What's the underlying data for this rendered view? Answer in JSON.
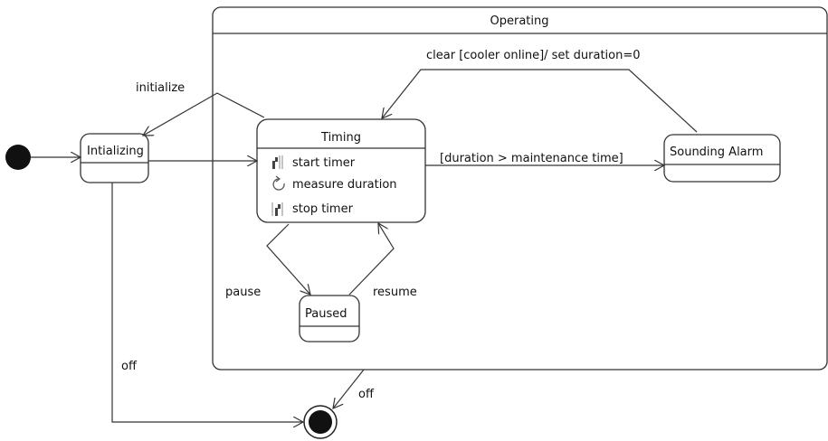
{
  "diagram": {
    "composite_state": {
      "name": "Operating"
    },
    "states": {
      "initializing": {
        "name": "Intializing"
      },
      "timing": {
        "name": "Timing",
        "actions": [
          {
            "icon": "entry-action-icon",
            "label": "start timer"
          },
          {
            "icon": "do-activity-icon",
            "label": "measure duration"
          },
          {
            "icon": "exit-action-icon",
            "label": "stop timer"
          }
        ]
      },
      "sounding_alarm": {
        "name": "Sounding Alarm"
      },
      "paused": {
        "name": "Paused"
      }
    },
    "transitions": {
      "initialize": "initialize",
      "clear": "clear [cooler online]/ set duration=0",
      "duration_guard": "[duration > maintenance time]",
      "pause": "pause",
      "resume": "resume",
      "off_initializing": "off",
      "off_operating": "off"
    }
  }
}
